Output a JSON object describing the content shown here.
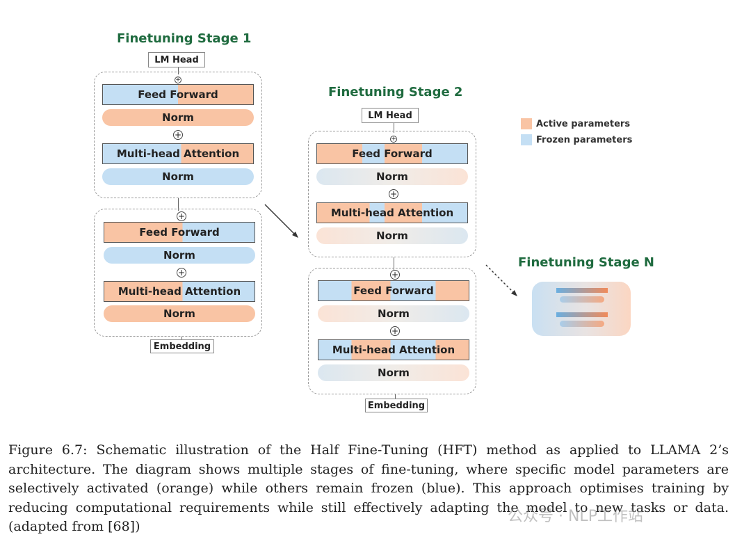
{
  "stages": {
    "stage1_title": "Finetuning Stage 1",
    "stage2_title": "Finetuning Stage 2",
    "stageN_title": "Finetuning Stage N"
  },
  "labels": {
    "lm_head": "LM Head",
    "embedding": "Embedding",
    "feed_forward": "Feed Forward",
    "norm": "Norm",
    "attention": "Multi-head Attention",
    "plus": "+"
  },
  "legend": {
    "active": "Active parameters",
    "frozen": "Frozen parameters",
    "active_color": "#f9c4a4",
    "frozen_color": "#c4dff4"
  },
  "caption": "Figure 6.7: Schematic illustration of the Half Fine-Tuning (HFT) method as applied to LLAMA 2’s architecture. The diagram shows multiple stages of fine-tuning, where specific model parameters are selectively activated (orange) while others remain frozen (blue). This approach optimises training by reducing computational requirements while still effectively adapting the model to new tasks or data. (adapted from [68])",
  "watermark": "公众号 · NLP工作站"
}
